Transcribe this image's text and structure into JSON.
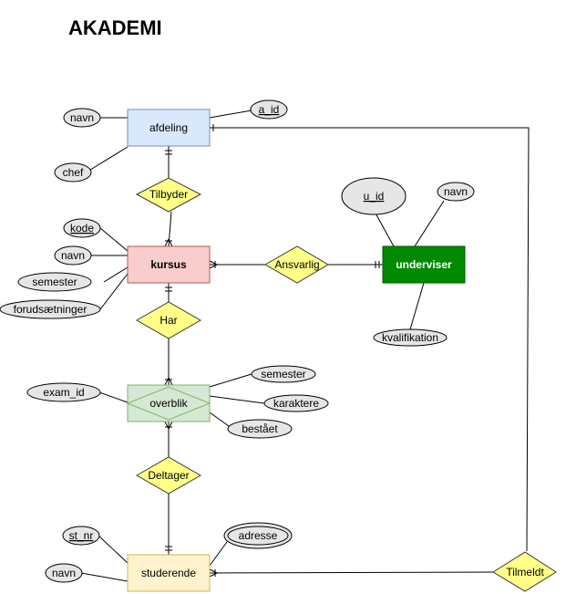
{
  "title": "AKADEMI",
  "colors": {
    "afdeling": "#dae8fc",
    "kursus": "#f8cecc",
    "underviser": "#008a00",
    "overblik": "#d5e8d4",
    "studerende": "#fff2cc",
    "relationship": "#ffff88",
    "attribute": "#e6e6e6"
  },
  "entities": {
    "afdeling": "afdeling",
    "kursus": "kursus",
    "underviser": "underviser",
    "overblik": "overblik",
    "studerende": "studerende"
  },
  "relationships": {
    "tilbyder": "Tilbyder",
    "ansvarlig": "Ansvarlig",
    "har": "Har",
    "deltager": "Deltager",
    "tilmeldt": "Tilmeldt"
  },
  "attributes": {
    "afdeling_navn": "navn",
    "afdeling_a_id": "a_id",
    "afdeling_chef": "chef",
    "kursus_kode": "kode",
    "kursus_navn": "navn",
    "kursus_semester": "semester",
    "kursus_forudsaetninger": "forudsætninger",
    "underviser_u_id": "u_id",
    "underviser_navn": "navn",
    "underviser_kvalifikation": "kvalifikation",
    "overblik_exam_id": "exam_id",
    "overblik_semester": "semester",
    "overblik_karaktere": "karaktere",
    "overblik_bestaaet": "bestået",
    "studerende_st_nr": "st_nr",
    "studerende_adresse": "adresse",
    "studerende_navn": "navn"
  }
}
